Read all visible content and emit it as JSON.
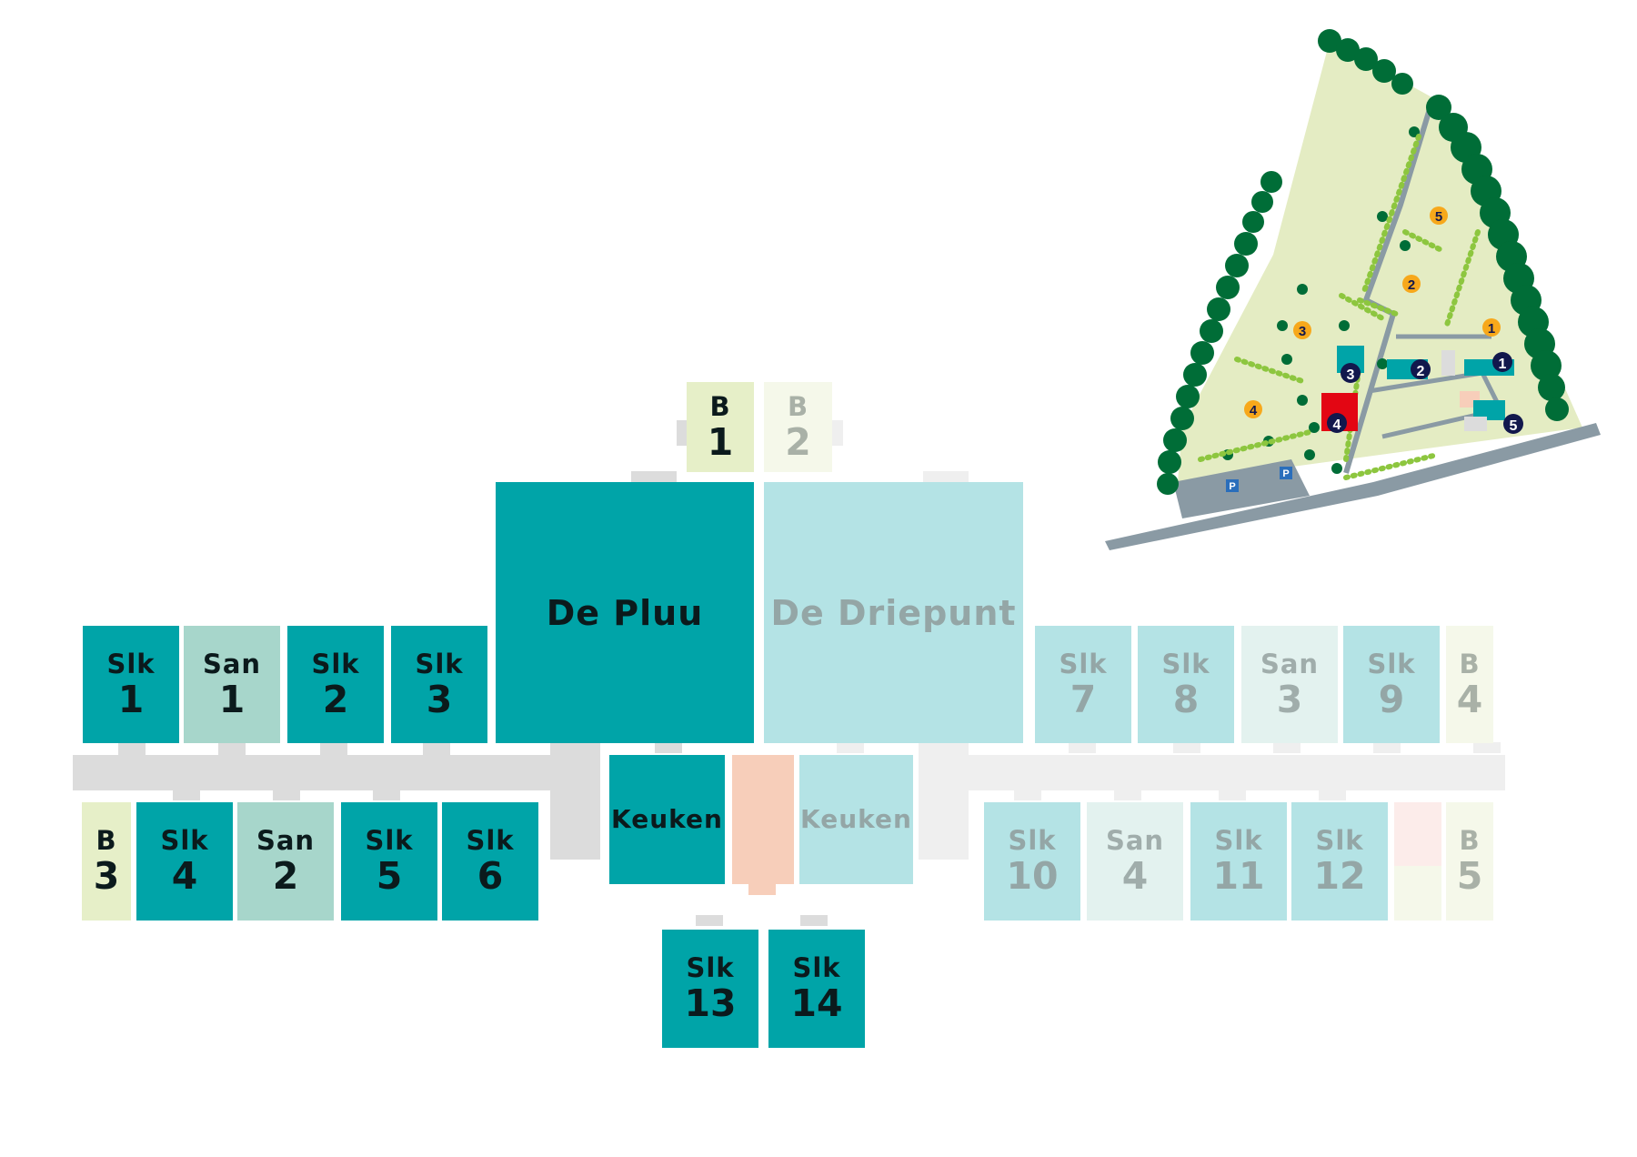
{
  "rooms": {
    "slk1": {
      "type": "Slk",
      "num": "1"
    },
    "san1": {
      "type": "San",
      "num": "1"
    },
    "slk2": {
      "type": "Slk",
      "num": "2"
    },
    "slk3": {
      "type": "Slk",
      "num": "3"
    },
    "b1": {
      "type": "B",
      "num": "1"
    },
    "b2": {
      "type": "B",
      "num": "2"
    },
    "depluu": {
      "name": "De Pluu"
    },
    "dedriepunt": {
      "name": "De Driepunt"
    },
    "slk7": {
      "type": "Slk",
      "num": "7"
    },
    "slk8": {
      "type": "Slk",
      "num": "8"
    },
    "san3": {
      "type": "San",
      "num": "3"
    },
    "slk9": {
      "type": "Slk",
      "num": "9"
    },
    "b4": {
      "type": "B",
      "num": "4"
    },
    "b3": {
      "type": "B",
      "num": "3"
    },
    "slk4": {
      "type": "Slk",
      "num": "4"
    },
    "san2": {
      "type": "San",
      "num": "2"
    },
    "slk5": {
      "type": "Slk",
      "num": "5"
    },
    "slk6": {
      "type": "Slk",
      "num": "6"
    },
    "keuken1": {
      "name": "Keuken"
    },
    "keuken2": {
      "name": "Keuken"
    },
    "slk10": {
      "type": "Slk",
      "num": "10"
    },
    "san4": {
      "type": "San",
      "num": "4"
    },
    "slk11": {
      "type": "Slk",
      "num": "11"
    },
    "slk12": {
      "type": "Slk",
      "num": "12"
    },
    "b5": {
      "type": "B",
      "num": "5"
    },
    "slk13": {
      "type": "Slk",
      "num": "13"
    },
    "slk14": {
      "type": "Slk",
      "num": "14"
    }
  },
  "sitemap": {
    "buildings": [
      "1",
      "2",
      "3",
      "4",
      "5"
    ],
    "fields": [
      "1",
      "2",
      "3",
      "4",
      "5"
    ],
    "parking": [
      "P",
      "P"
    ]
  },
  "colors": {
    "teal": "#00a4a8",
    "teal_pale": "#b4e3e5",
    "sanitary": "#a7d6cb",
    "storage": "#e6efc8",
    "kitchen_aux": "#f7ceba",
    "corridor": "#dcdcdc",
    "tree_dark": "#006d37",
    "tree_light": "#8dc63f",
    "field": "#e4ecc3",
    "path": "#8a9aa4",
    "marker_navy": "#12184d",
    "marker_orange": "#f7a81b",
    "highlight_red": "#e30613"
  }
}
